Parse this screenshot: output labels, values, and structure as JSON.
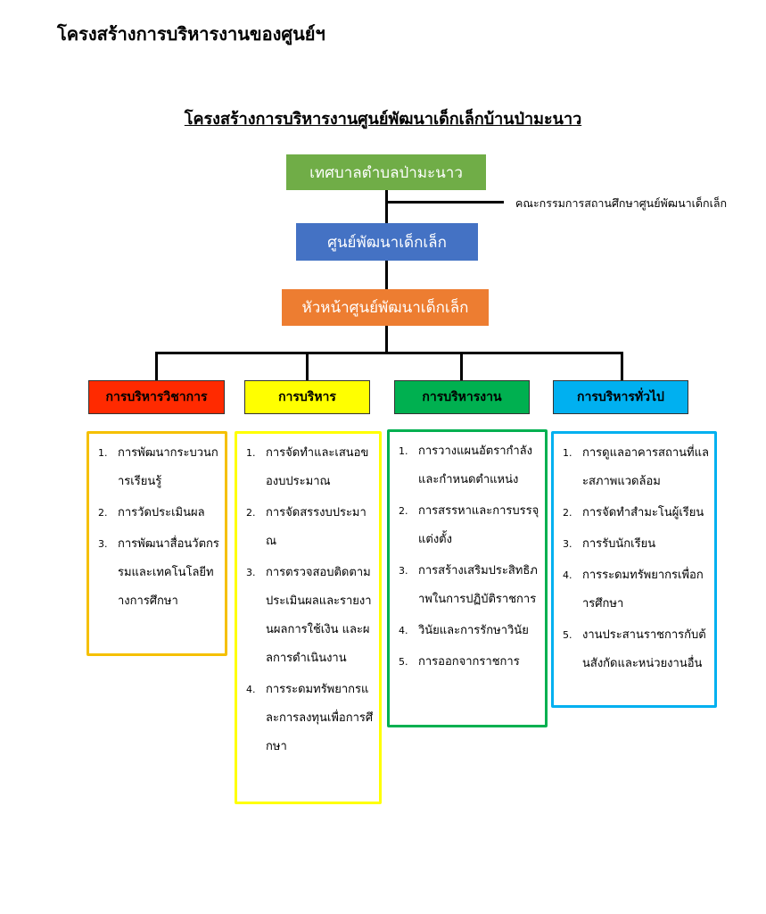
{
  "page_title": "โครงสร้างการบริหารงานของศูนย์ฯ",
  "chart_title": "โครงสร้างการบริหารงานศูนย์พัฒนาเด็กเล็กบ้านป่ามะนาว",
  "top_box": {
    "label": "เทศบาลตำบลป่ามะนาว",
    "color": "#70ad47"
  },
  "committee_label": "คณะกรรมการสถานศึกษาศูนย์พัฒนาเด็กเล็ก",
  "center_box": {
    "label": "ศูนย์พัฒนาเด็กเล็ก",
    "color": "#4472c4"
  },
  "head_box": {
    "label": "หัวหน้าศูนย์พัฒนาเด็กเล็ก",
    "color": "#ed7d31"
  },
  "departments": [
    {
      "label": "การบริหารวิชาการ",
      "color": "#ff2a00",
      "border": "#f5c000",
      "items": [
        {
          "num": "1.",
          "text": "การพัฒนากระบวนการเรียนรู้"
        },
        {
          "num": "2.",
          "text": "การวัดประเมินผล"
        },
        {
          "num": "3.",
          "text": "การพัฒนาสื่อนวัตกรรมและเทคโนโลยีทางการศึกษา"
        }
      ]
    },
    {
      "label": "การบริหาร",
      "color": "#ffff00",
      "border": "#ffff00",
      "items": [
        {
          "num": "1.",
          "text": "การจัดทำและเสนอของบประมาณ"
        },
        {
          "num": "2.",
          "text": "การจัดสรรงบประมาณ"
        },
        {
          "num": "3.",
          "text": "การตรวจสอบติดตามประเมินผลและรายงานผลการใช้เงิน และผลการดำเนินงาน"
        },
        {
          "num": "4.",
          "text": "การระดมทรัพยากรและการลงทุนเพื่อการศึกษา"
        }
      ]
    },
    {
      "label": "การบริหารงาน",
      "color": "#00b050",
      "border": "#00b050",
      "items": [
        {
          "num": "1.",
          "text": "การวางแผนอัตรากำลังและกำหนดตำแหน่ง"
        },
        {
          "num": "2.",
          "text": "การสรรหาและการบรรจุแต่งตั้ง"
        },
        {
          "num": "3.",
          "text": "การสร้างเสริมประสิทธิภาพในการปฏิบัติราชการ"
        },
        {
          "num": "4.",
          "text": "วินัยและการรักษาวินัย"
        },
        {
          "num": "5.",
          "text": "การออกจากราชการ"
        }
      ]
    },
    {
      "label": "การบริหารทั่วไป",
      "color": "#00b0f0",
      "border": "#00b0f0",
      "items": [
        {
          "num": "1.",
          "text": "การดูแลอาคารสถานที่และสภาพแวดล้อม"
        },
        {
          "num": "2.",
          "text": "การจัดทำสำมะโนผู้เรียน"
        },
        {
          "num": "3.",
          "text": "การรับนักเรียน"
        },
        {
          "num": "4.",
          "text": "การระดมทรัพยากรเพื่อการศึกษา"
        },
        {
          "num": "5.",
          "text": "งานประสานราชการกับต้นสังกัดและหน่วยงานอื่น"
        }
      ]
    }
  ]
}
